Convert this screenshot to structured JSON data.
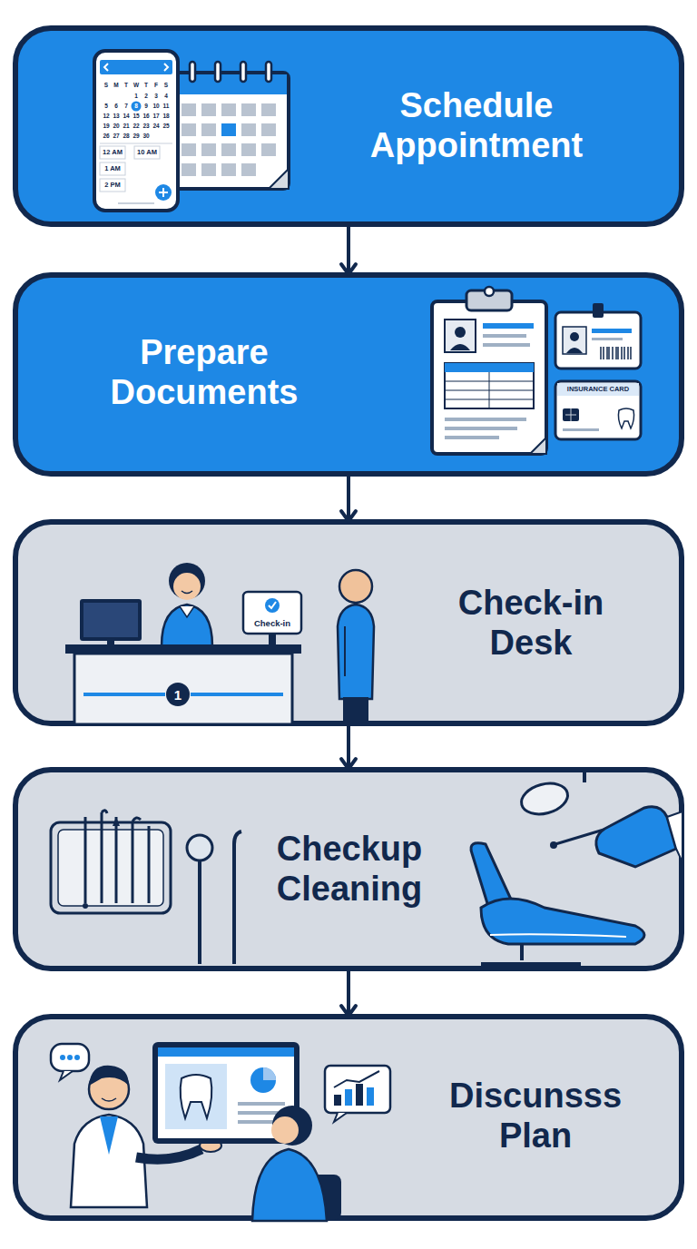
{
  "diagram": {
    "nodes": [
      {
        "text": [
          "Schedule Appointment"
        ]
      },
      {
        "text": [
          "Prepare Documents"
        ]
      },
      {
        "text": [
          "Check-in Desk"
        ]
      },
      {
        "text": [
          "Checkup Cleaning"
        ]
      },
      {
        "text": [
          "Discunsss Plan"
        ]
      }
    ],
    "edges": [
      {
        "from": 0,
        "to": 1,
        "arrow": "to"
      },
      {
        "from": 1,
        "to": 2,
        "arrow": "to"
      },
      {
        "from": 2,
        "to": 3,
        "arrow": "to"
      },
      {
        "from": 3,
        "to": 4,
        "arrow": "to"
      }
    ],
    "labels": [
      "S",
      "M",
      "T",
      "W",
      "T",
      "F",
      "S",
      "1",
      "2",
      "3",
      "4",
      "5",
      "6",
      "7",
      "8",
      "9",
      "10",
      "11",
      "12",
      "13",
      "14",
      "15",
      "16",
      "17",
      "18",
      "19",
      "20",
      "21",
      "22",
      "23",
      "24",
      "25",
      "26",
      "27",
      "28",
      "29",
      "30",
      "12 AM",
      "10 AM",
      "1 AM",
      "2 PM",
      "INSURANCE CARD",
      "Check-in",
      "1"
    ]
  }
}
